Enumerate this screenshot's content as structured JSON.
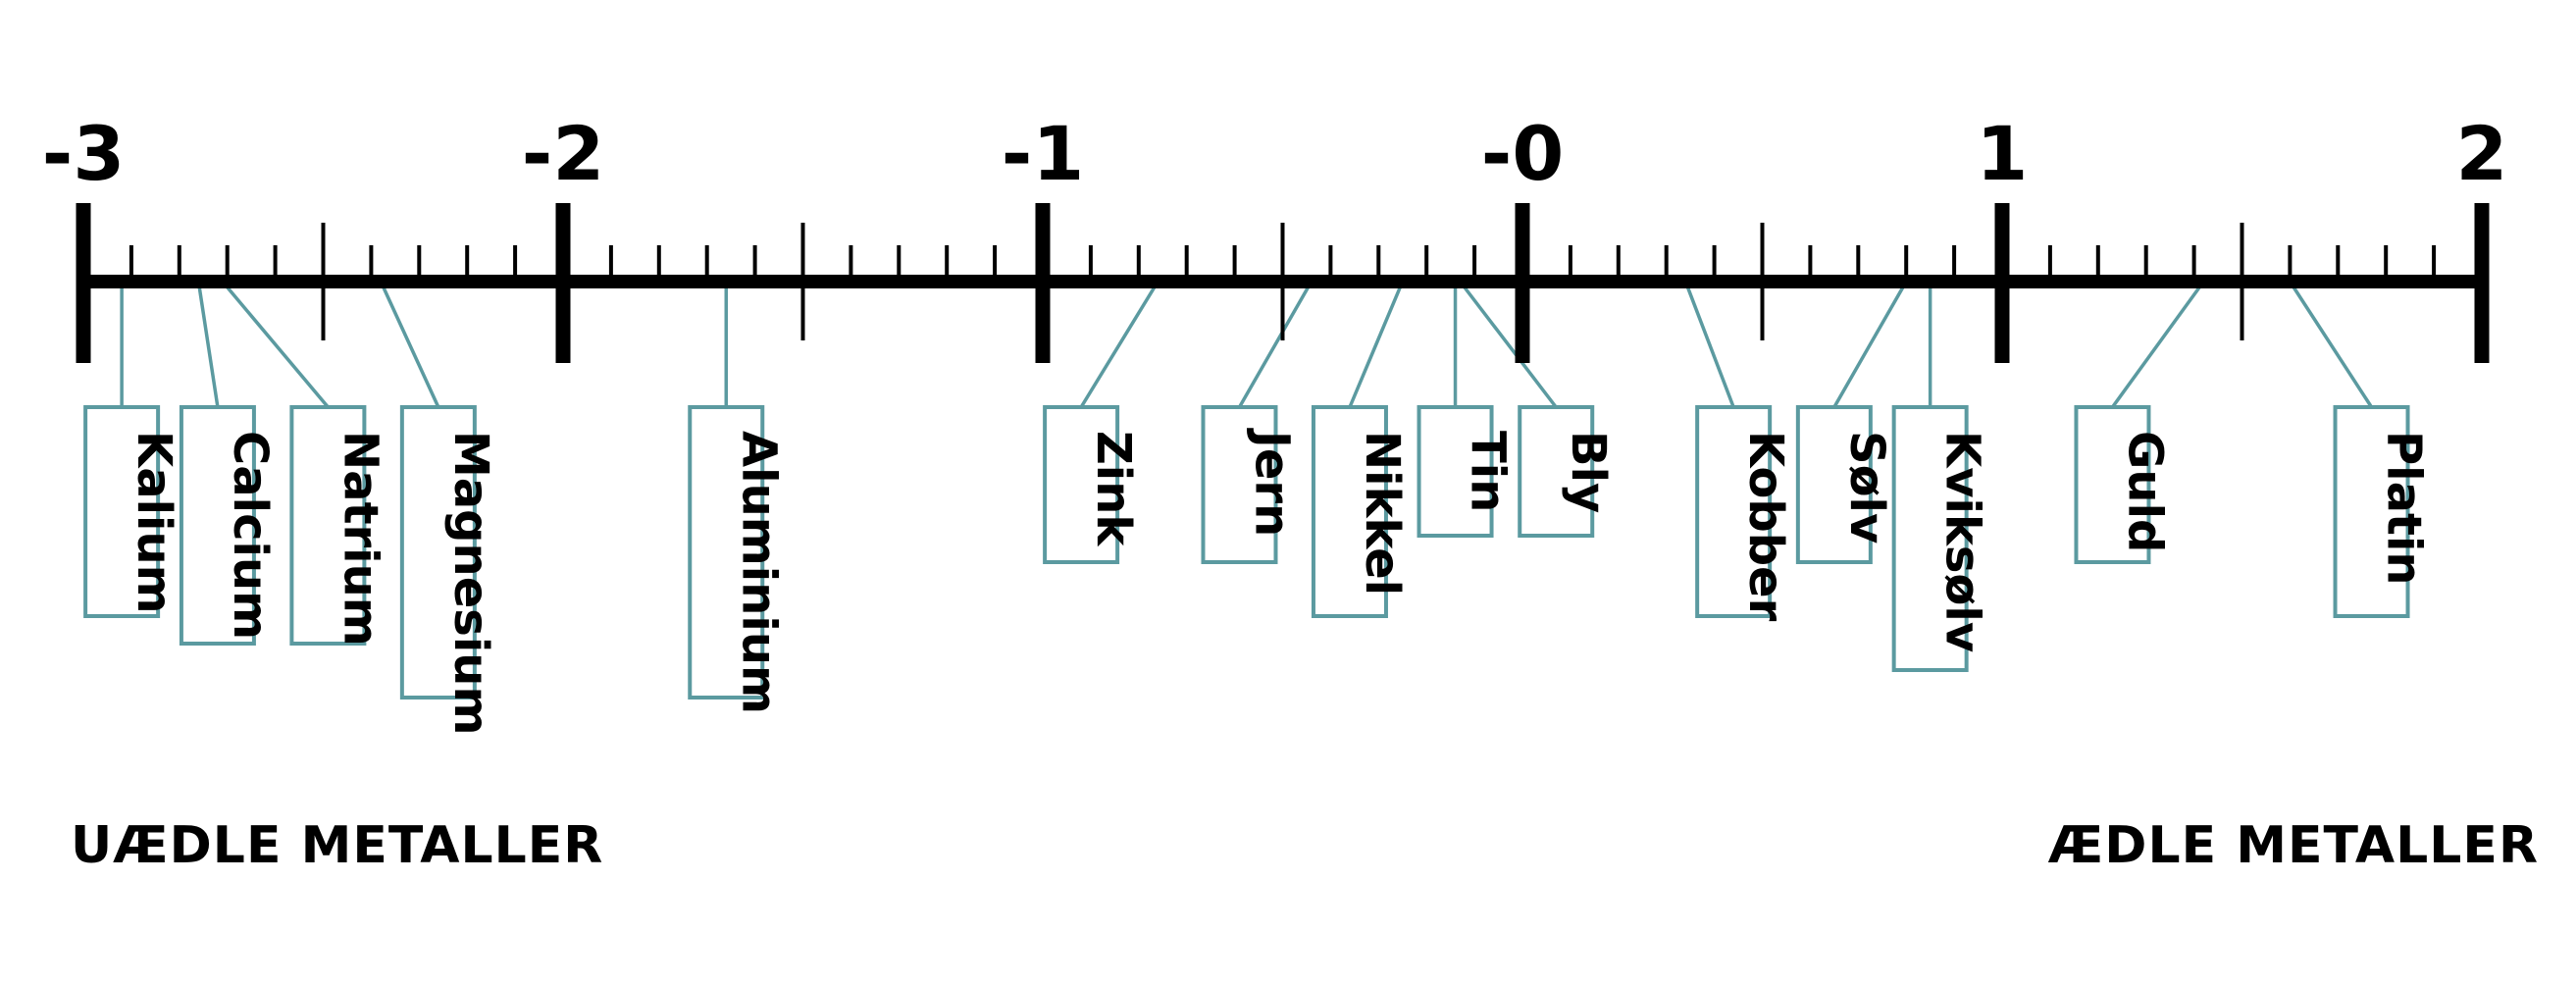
{
  "labels": {
    "ignoble": "UÆDLE METALLER",
    "noble": "ÆDLE METALLER"
  },
  "chart_data": {
    "type": "number-line",
    "x_range": [
      -3,
      2
    ],
    "major_ticks": [
      {
        "value": -3,
        "label": "-3"
      },
      {
        "value": -2,
        "label": "-2"
      },
      {
        "value": -1,
        "label": "-1"
      },
      {
        "value": 0,
        "label": "-0"
      },
      {
        "value": 1,
        "label": "1"
      },
      {
        "value": 2,
        "label": "2"
      }
    ],
    "minor_step": 0.1,
    "half_step": 0.5,
    "metals": [
      {
        "name": "Kalium",
        "value": -2.92,
        "box_center": -2.92
      },
      {
        "name": "Calcium",
        "value": -2.76,
        "box_center": -2.72
      },
      {
        "name": "Natrium",
        "value": -2.71,
        "box_center": -2.49
      },
      {
        "name": "Magnesium",
        "value": -2.38,
        "box_center": -2.26
      },
      {
        "name": "Aluminium",
        "value": -1.66,
        "box_center": -1.66
      },
      {
        "name": "Zink",
        "value": -0.76,
        "box_center": -0.92
      },
      {
        "name": "Jern",
        "value": -0.44,
        "box_center": -0.59
      },
      {
        "name": "Nikkel",
        "value": -0.25,
        "box_center": -0.36
      },
      {
        "name": "Tin",
        "value": -0.14,
        "box_center": -0.14
      },
      {
        "name": "Bly",
        "value": -0.13,
        "box_center": 0.07
      },
      {
        "name": "Kobber",
        "value": 0.34,
        "box_center": 0.44
      },
      {
        "name": "Sølv",
        "value": 0.8,
        "box_center": 0.65
      },
      {
        "name": "Kviksølv",
        "value": 0.85,
        "box_center": 0.85
      },
      {
        "name": "Guld",
        "value": 1.42,
        "box_center": 1.23
      },
      {
        "name": "Platin",
        "value": 1.6,
        "box_center": 1.77
      }
    ]
  },
  "colors": {
    "axis": "#000000",
    "connector": "#5b9aa0",
    "box_border": "#5b9aa0"
  }
}
